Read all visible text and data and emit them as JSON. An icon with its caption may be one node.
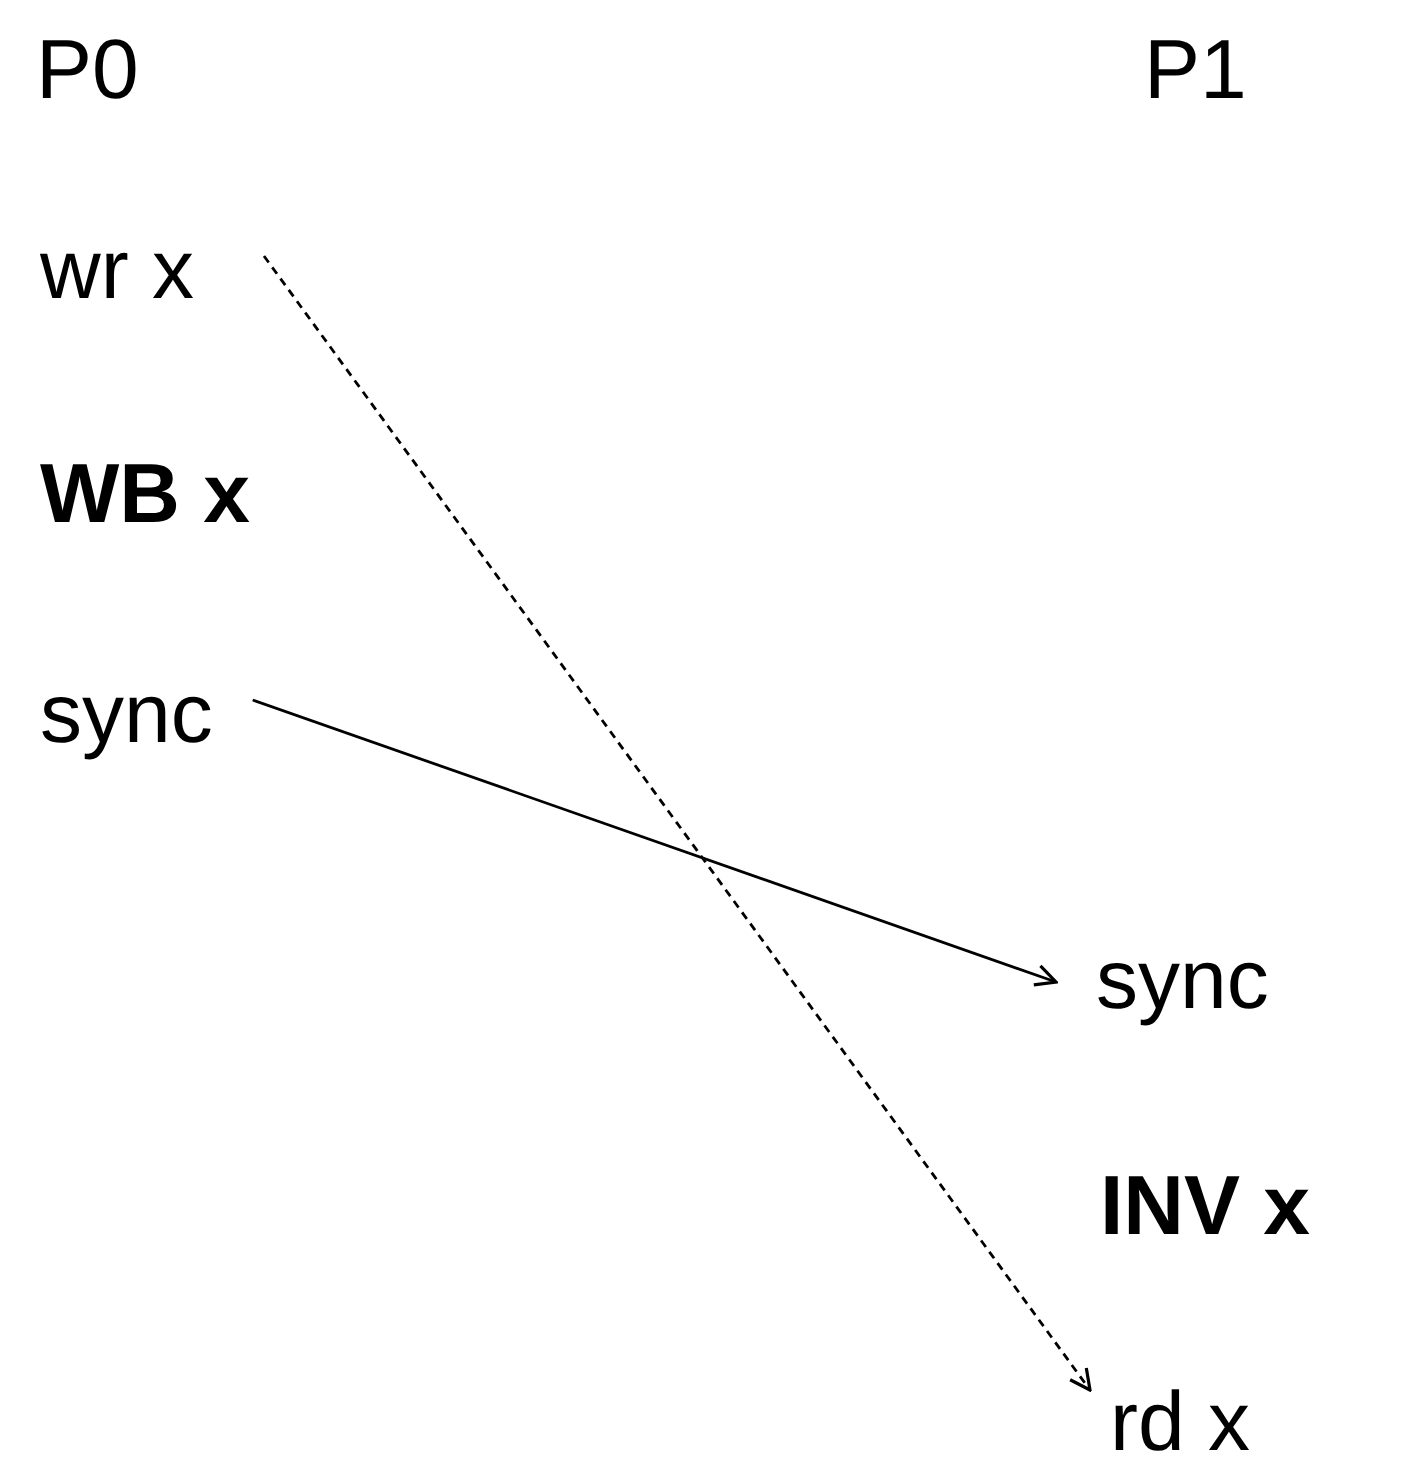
{
  "diagram": {
    "nodes": [
      {
        "text": [
          "wr x"
        ]
      },
      {
        "text": [
          "sync"
        ]
      },
      {
        "text": [
          "sync"
        ]
      },
      {
        "text": [
          "rd x"
        ]
      }
    ],
    "edges": [
      {
        "from": 0,
        "to": 3,
        "arrow": "to",
        "style": "dashed"
      },
      {
        "from": 1,
        "to": 2,
        "arrow": "to"
      }
    ],
    "labels": [
      "P0",
      "P1",
      "WB x",
      "INV x"
    ]
  }
}
